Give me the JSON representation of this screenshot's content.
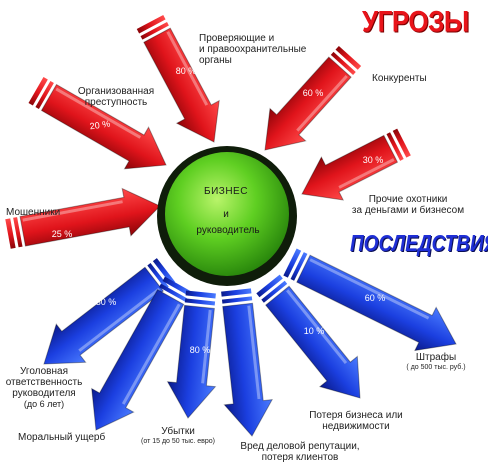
{
  "headings": {
    "threats": "УГРОЗЫ",
    "consequences": "ПОСЛЕДСТВИЯ"
  },
  "center": {
    "line1": "БИЗНЕС",
    "line2": "и",
    "line3": "руководитель"
  },
  "threats": [
    {
      "pct": "20 %",
      "label": [
        "Организованная",
        "преступность"
      ]
    },
    {
      "pct": "80 %",
      "label": [
        "Проверяющие и",
        "и правоохранительные",
        "органы"
      ]
    },
    {
      "pct": "60 %",
      "label": [
        "Конкуренты"
      ]
    },
    {
      "pct": "30 %",
      "label": [
        "Прочие охотники",
        "за деньгами и бизнесом"
      ]
    },
    {
      "pct": "25 %",
      "label": [
        "Мошенники"
      ]
    }
  ],
  "consequences": [
    {
      "pct": "80 %",
      "label": [
        "Уголовная",
        "ответственность",
        "руководителя"
      ],
      "note": "(до 6 лет)"
    },
    {
      "pct": "",
      "label": [
        "Моральный ущерб"
      ],
      "note": ""
    },
    {
      "pct": "80 %",
      "label": [
        "Убытки"
      ],
      "note": "(от 15 до 50 тыс. евро)"
    },
    {
      "pct": "",
      "label": [
        "Вред деловой репутации,",
        "потеря клиентов"
      ],
      "note": ""
    },
    {
      "pct": "10 %",
      "label": [
        "Потеря бизнеса или",
        "недвижимости"
      ],
      "note": ""
    },
    {
      "pct": "60 %",
      "label": [
        "Штрафы"
      ],
      "note": "( до 500 тыс. руб.)"
    }
  ],
  "colors": {
    "threat_arrow": "#e0141b",
    "consequence_arrow": "#1b3fe0",
    "center_circle": "#4fc41f",
    "threat_heading": "#e8141a",
    "consequence_heading": "#1f2fd6"
  }
}
